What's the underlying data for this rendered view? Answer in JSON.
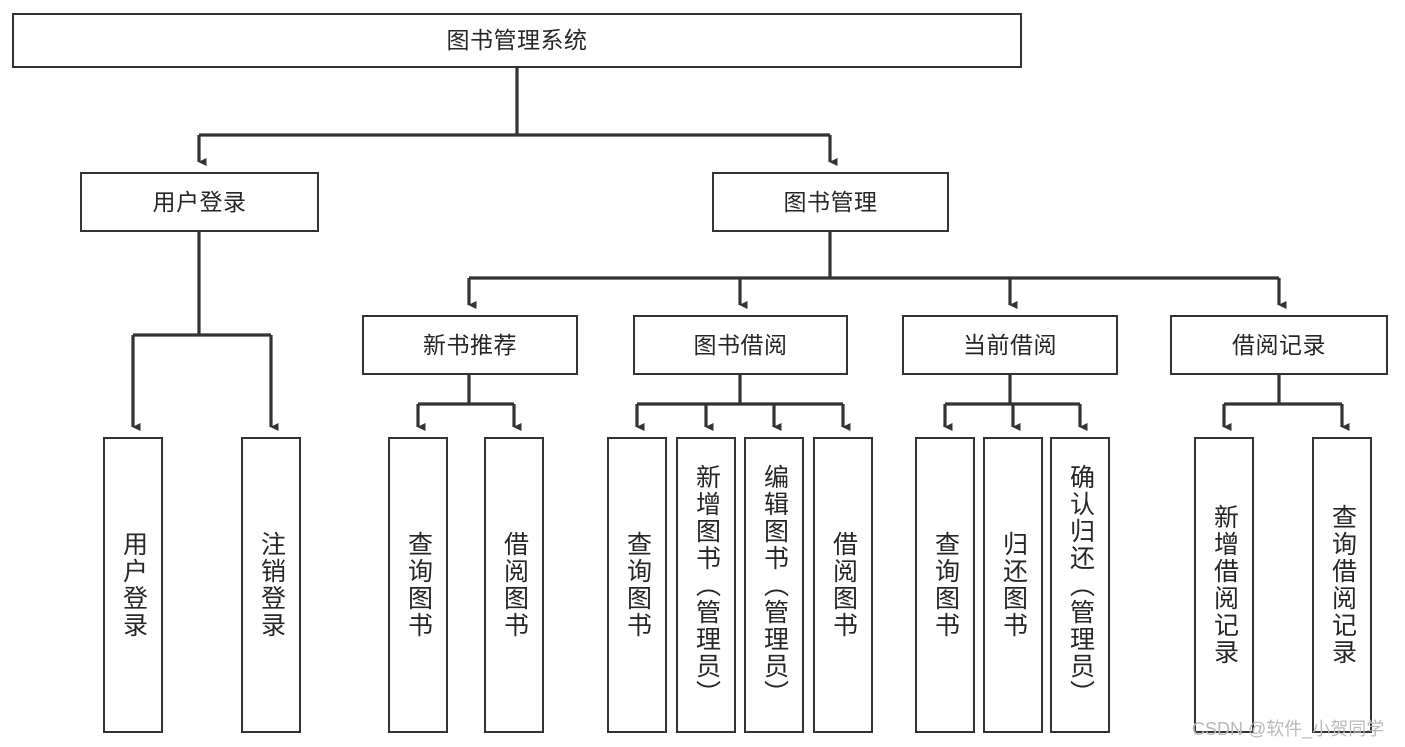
{
  "diagram": {
    "type": "tree",
    "title": "图书管理系统",
    "orientation": "top-down",
    "colors": {
      "box_border": "#333333",
      "box_fill": "#ffffff",
      "connector": "#333333",
      "text": "#262626",
      "watermark": "#b9b9b9",
      "background": "#ffffff"
    },
    "root": {
      "label": "图书管理系统"
    },
    "level2": {
      "user_login": {
        "label": "用户登录"
      },
      "book_manage": {
        "label": "图书管理"
      }
    },
    "level3": {
      "new_book_recommend": {
        "label": "新书推荐"
      },
      "book_borrow": {
        "label": "图书借阅"
      },
      "current_borrow": {
        "label": "当前借阅"
      },
      "borrow_record": {
        "label": "借阅记录"
      }
    },
    "leaves": {
      "user_login": [
        {
          "label": "用户登录"
        },
        {
          "label": "注销登录"
        }
      ],
      "new_book_recommend": [
        {
          "label": "查询图书"
        },
        {
          "label": "借阅图书"
        }
      ],
      "book_borrow": [
        {
          "label": "查询图书"
        },
        {
          "label": "新增图书（管理员）"
        },
        {
          "label": "编辑图书（管理员）"
        },
        {
          "label": "借阅图书"
        }
      ],
      "current_borrow": [
        {
          "label": "查询图书"
        },
        {
          "label": "归还图书"
        },
        {
          "label": "确认归还（管理员）"
        }
      ],
      "borrow_record": [
        {
          "label": "新增借阅记录"
        },
        {
          "label": "查询借阅记录"
        }
      ]
    },
    "watermark": "CSDN @软件_小贺同学"
  }
}
